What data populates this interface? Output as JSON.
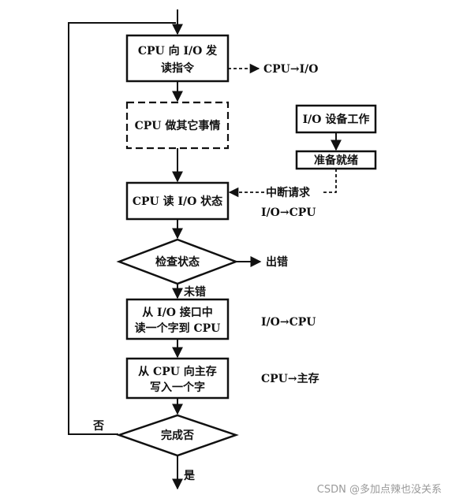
{
  "nodes": {
    "cpu_read_cmd": [
      "CPU 向 I/O 发",
      "读指令"
    ],
    "cpu_other": "CPU 做其它事情",
    "io_work": "I/O 设备工作",
    "ready": "准备就绪",
    "cpu_read_status": "CPU 读 I/O 状态",
    "check_status": "检查状态",
    "read_word": [
      "从 I/O 接口中",
      "读一个字到 CPU"
    ],
    "write_word": [
      "从 CPU 向主存",
      "写入一个字"
    ],
    "done": "完成否"
  },
  "labels": {
    "cpu_to_io": "CPU→I/O",
    "interrupt": "中断请求",
    "io_to_cpu_1": "I/O→CPU",
    "error": "出错",
    "no_error": "未错",
    "io_to_cpu_2": "I/O→CPU",
    "cpu_to_mem": "CPU→主存",
    "no": "否",
    "yes": "是"
  },
  "watermark": "CSDN @多加点辣也没关系"
}
